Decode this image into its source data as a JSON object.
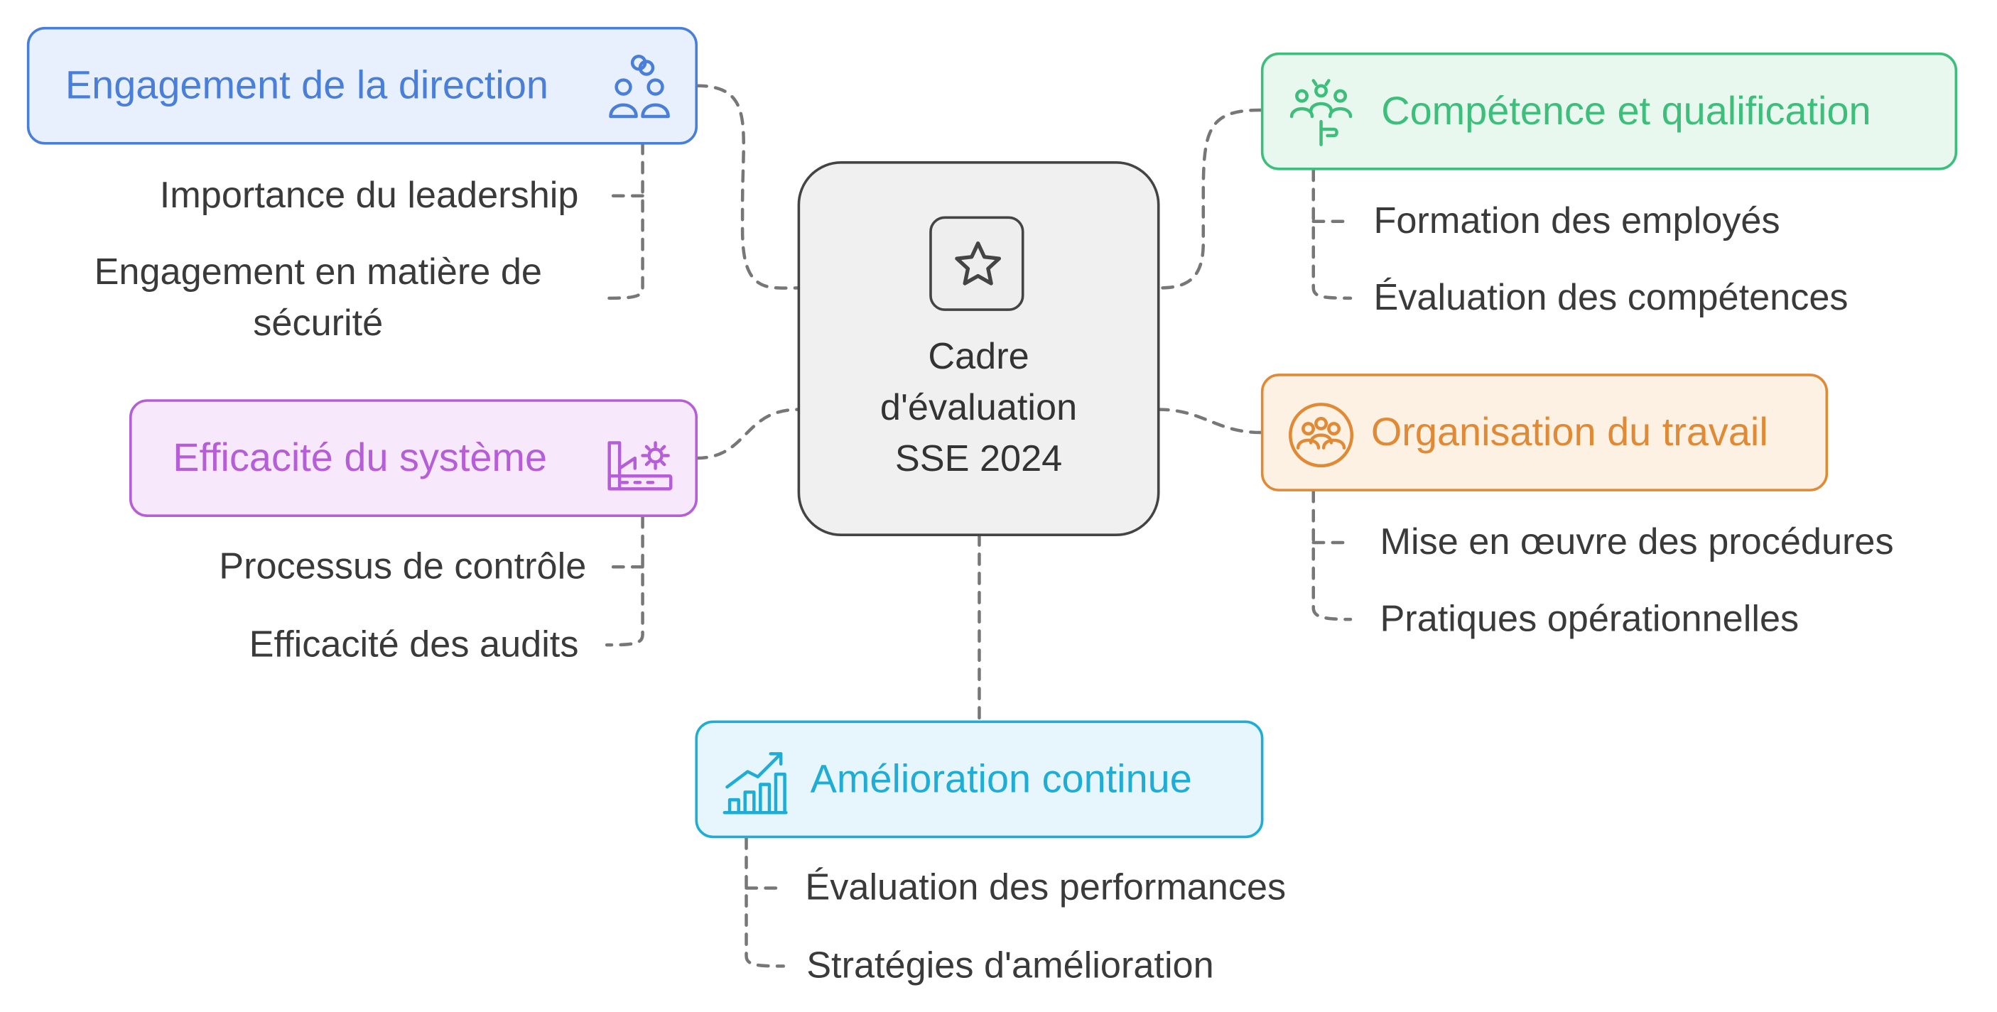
{
  "center": {
    "title": "Cadre\nd'évaluation\nSSE 2024",
    "icon": "star-icon"
  },
  "branches": [
    {
      "id": "direction",
      "title": "Engagement de la direction",
      "icon": "leadership-icon",
      "color": "#4A7FD9",
      "bg": "#E8F0FD",
      "items": [
        "Importance du leadership",
        "Engagement en matière de\nsécurité"
      ]
    },
    {
      "id": "competence",
      "title": "Compétence et qualification",
      "icon": "training-icon",
      "color": "#3DBE7A",
      "bg": "#E8F8EF",
      "items": [
        "Formation des employés",
        "Évaluation des compétences"
      ]
    },
    {
      "id": "systeme",
      "title": "Efficacité du système",
      "icon": "factory-icon",
      "color": "#B65ED8",
      "bg": "#F8E8FB",
      "items": [
        "Processus de contrôle",
        "Efficacité des audits"
      ]
    },
    {
      "id": "organisation",
      "title": "Organisation du travail",
      "icon": "team-icon",
      "color": "#E08A36",
      "bg": "#FDF1E4",
      "items": [
        "Mise en œuvre des procédures",
        "Pratiques opérationnelles"
      ]
    },
    {
      "id": "amelioration",
      "title": "Amélioration continue",
      "icon": "growth-chart-icon",
      "color": "#1FADD6",
      "bg": "#E6F6FC",
      "items": [
        "Évaluation des performances",
        "Stratégies d'amélioration"
      ]
    }
  ]
}
